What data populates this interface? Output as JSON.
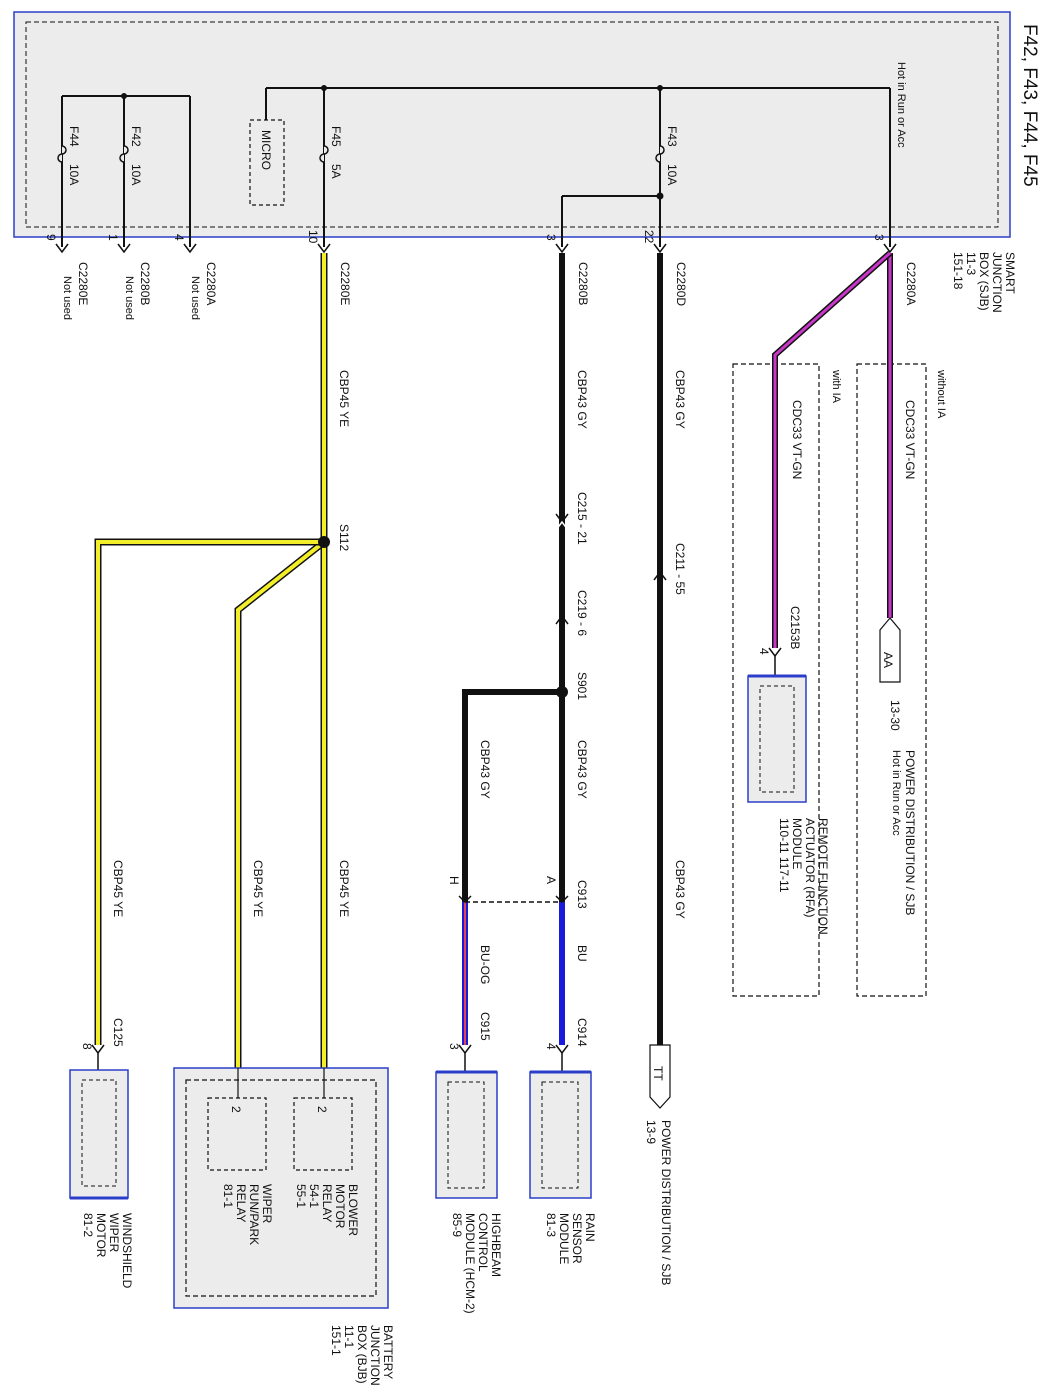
{
  "header": {
    "title": "F42, F43, F44, F45"
  },
  "sjb": {
    "name": "SMART JUNCTION BOX (SJB)",
    "name_lines": [
      "SMART",
      "JUNCTION",
      "BOX (SJB)"
    ],
    "refs": [
      "11-3",
      "151-18"
    ],
    "hot_label": "Hot in Run or Acc",
    "micro_label": "MICRO",
    "fuses": [
      {
        "id": "F44",
        "rating": "10A"
      },
      {
        "id": "F42",
        "rating": "10A"
      },
      {
        "id": "F45",
        "rating": "5A"
      },
      {
        "id": "F43",
        "rating": "10A"
      }
    ]
  },
  "connectors": {
    "c2280a_3": {
      "pin": "3",
      "name": "C2280A"
    },
    "c2280d_22": {
      "pin": "22",
      "name": "C2280D"
    },
    "c2280b_3": {
      "pin": "3",
      "name": "C2280B"
    },
    "c2280e_10": {
      "pin": "10",
      "name": "C2280E"
    },
    "c2280a_4": {
      "pin": "4",
      "name": "C2280A",
      "note": "Not used"
    },
    "c2280b_1": {
      "pin": "1",
      "name": "C2280B",
      "note": "Not used"
    },
    "c2280e_9": {
      "pin": "9",
      "name": "C2280E",
      "note": "Not used"
    },
    "c215_21": "C215 - 21",
    "c219_6": "C219 - 6",
    "c211_55": "C211  -  55",
    "c2153b": {
      "pin": "4",
      "name": "C2153B"
    },
    "c913": {
      "name": "C913",
      "pin_a": "A",
      "pin_h": "H"
    },
    "c914": {
      "pin": "4",
      "name": "C914"
    },
    "c915": {
      "pin": "3",
      "name": "C915"
    },
    "c125": {
      "pin": "8",
      "name": "C125"
    }
  },
  "options": {
    "without_ia": "without IA",
    "with_ia": "with IA"
  },
  "wires": {
    "cdc33_vtgn": "CDC33    VT-GN",
    "cbp43_gy": "CBP43    GY",
    "cbp45_ye": "CBP45    YE",
    "bu": "BU",
    "bu_og": "BU-OG"
  },
  "splices": {
    "s112": "S112",
    "s901": "S901"
  },
  "refs": {
    "aa": {
      "letter": "AA",
      "ref": "13-30",
      "desc_lines": [
        "POWER DISTRIBUTION / SJB",
        "Hot in Run or Acc"
      ]
    },
    "tt": {
      "letter": "TT",
      "ref": "13-9",
      "desc": "POWER DISTRIBUTION / SJB"
    }
  },
  "components": {
    "rfa": {
      "lines": [
        "REMOTE FUNCTION",
        "ACTUATOR (RFA)",
        "MODULE"
      ],
      "refs": "110-11    117-11"
    },
    "rain": {
      "lines": [
        "RAIN",
        "SENSOR",
        "MODULE"
      ],
      "ref": "81-3"
    },
    "hcm": {
      "lines": [
        "HIGHBEAM",
        "CONTROL",
        "MODULE (HCM-2)"
      ],
      "ref": "85-9"
    },
    "bjb": {
      "lines": [
        "BATTERY",
        "JUNCTION",
        "BOX (BJB)"
      ],
      "refs": [
        "11-1",
        "151-1"
      ]
    },
    "blower": {
      "pin": "2",
      "lines": [
        "BLOWER",
        "MOTOR",
        "RELAY"
      ],
      "refs": [
        "54-1",
        "55-1"
      ]
    },
    "wiper_relay": {
      "pin": "2",
      "lines": [
        "WIPER",
        "RUN/PARK",
        "RELAY"
      ],
      "ref": "81-1"
    },
    "wiper_motor": {
      "lines": [
        "WINDSHIELD",
        "WIPER",
        "MOTOR"
      ],
      "ref": "81-2"
    }
  },
  "colors": {
    "box_border": "#2b3ec9",
    "box_fill": "#ececec",
    "vt_gn": "#c837c8",
    "ye": "#f2ef2a",
    "bu": "#1a1adc",
    "og": "#e0484a",
    "black": "#111111"
  }
}
